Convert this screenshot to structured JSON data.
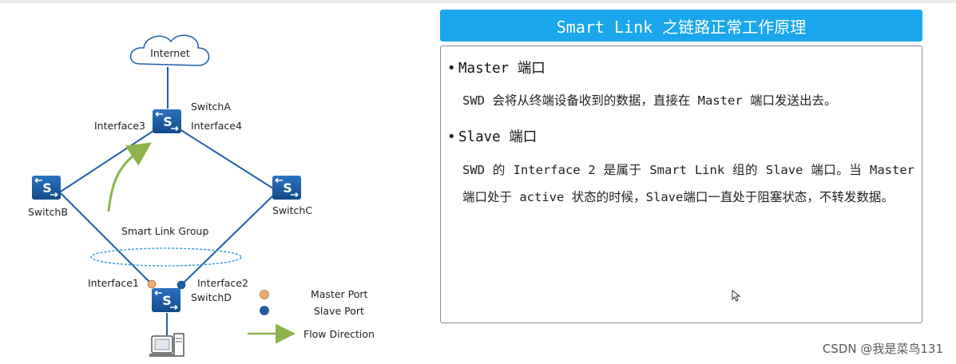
{
  "diagram": {
    "internet": "Internet",
    "switch_a": "SwitchA",
    "switch_b": "SwitchB",
    "switch_c": "SwitchC",
    "switch_d": "SwitchD",
    "interface3": "Interface3",
    "interface4": "Interface4",
    "interface1": "Interface1",
    "interface2": "Interface2",
    "smart_link_group": "Smart Link Group",
    "legend": {
      "master_port": "Master Port",
      "slave_port": "Slave Port",
      "flow_direction": "Flow Direction"
    },
    "colors": {
      "master_port": "#f4a96a",
      "slave_port": "#1f5fa8",
      "link": "#1f5fa8",
      "flow": "#8db34a",
      "switch": "#1c5aa0"
    }
  },
  "panel": {
    "title": "Smart Link 之链路正常工作原理",
    "sections": [
      {
        "bullet": "•",
        "heading": "Master 端口",
        "text": "SWD 会将从终端设备收到的数据，直接在 Master 端口发送出去。"
      },
      {
        "bullet": "•",
        "heading": "Slave 端口",
        "text": "SWD 的 Interface 2 是属于 Smart Link 组的 Slave 端口。当 Master 端口处于 active 状态的时候，Slave端口一直处于阻塞状态，不转发数据。"
      }
    ],
    "title_color": "#1aa7ec"
  },
  "watermark": "CSDN @我是菜鸟131"
}
